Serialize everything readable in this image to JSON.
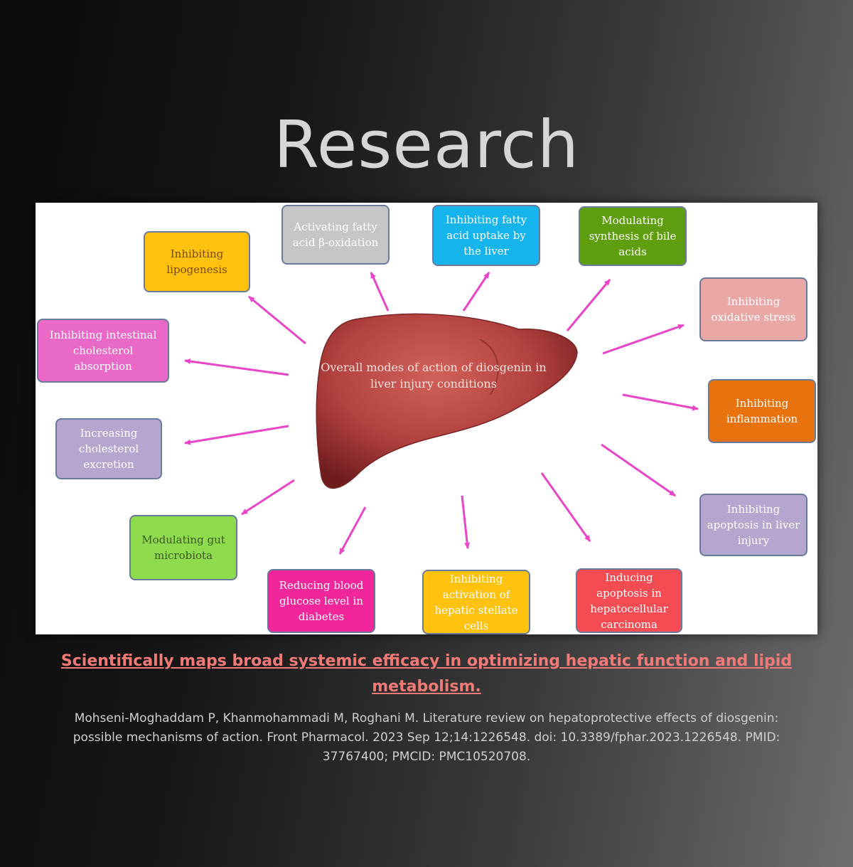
{
  "title": "Research",
  "diagram": {
    "center_label": "Overall modes of action of diosgenin in liver injury conditions",
    "boxes": [
      {
        "label": "Inhibiting lipogenesis",
        "color": "#ffc20e",
        "text_color": "#7a4a00"
      },
      {
        "label": "Activating fatty acid β-oxidation",
        "color": "#c6c6c6",
        "text_color": "#ffffff"
      },
      {
        "label": "Inhibiting fatty acid uptake by the liver",
        "color": "#16b4ec",
        "text_color": "#ffffff"
      },
      {
        "label": "Modulating synthesis of bile acids",
        "color": "#5f9e0e",
        "text_color": "#ffffff"
      },
      {
        "label": "Inhibiting oxidative stress",
        "color": "#e9a7a5",
        "text_color": "#ffffff"
      },
      {
        "label": "Inhibiting intestinal cholesterol absorption",
        "color": "#e968c8",
        "text_color": "#ffffff"
      },
      {
        "label": "Inhibiting inflammation",
        "color": "#e8720e",
        "text_color": "#ffffff"
      },
      {
        "label": "Increasing cholesterol excretion",
        "color": "#b5a6cf",
        "text_color": "#ffffff"
      },
      {
        "label": "Inhibiting apoptosis in liver injury",
        "color": "#b5a6cf",
        "text_color": "#ffffff"
      },
      {
        "label": "Modulating gut microbiota",
        "color": "#8edb4e",
        "text_color": "#3a5a1a"
      },
      {
        "label": "Reducing blood glucose level in diabetes",
        "color": "#f0269a",
        "text_color": "#ffffff"
      },
      {
        "label": "Inhibiting activation of hepatic stellate cells",
        "color": "#ffc20e",
        "text_color": "#ffffff"
      },
      {
        "label": "Inducing apoptosis in hepatocellular carcinoma",
        "color": "#f54b53",
        "text_color": "#ffffff"
      }
    ],
    "arrow_color": "#e845c8",
    "liver_color": "#b3413f"
  },
  "caption": "Scientifically maps broad systemic efficacy in optimizing hepatic function and lipid metabolism.",
  "citation": "Mohseni-Moghaddam P, Khanmohammadi M, Roghani M. Literature review on hepatoprotective effects of diosgenin: possible mechanisms of action. Front Pharmacol. 2023 Sep 12;14:1226548. doi: 10.3389/fphar.2023.1226548. PMID: 37767400; PMCID: PMC10520708."
}
